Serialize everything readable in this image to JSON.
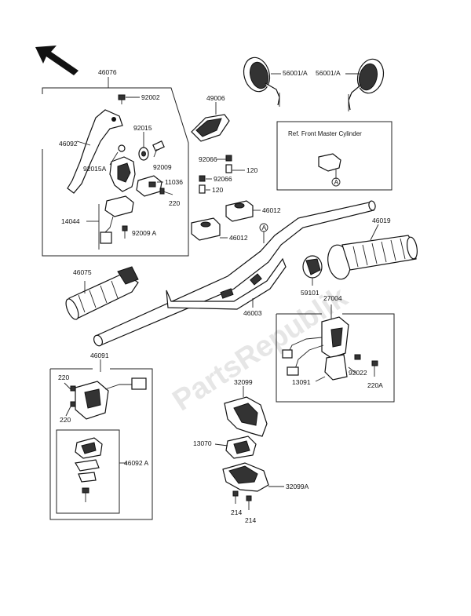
{
  "watermark": "PartsRepublik",
  "labels": {
    "l46076": "46076",
    "l92002": "92002",
    "l46092": "46092",
    "l92015": "92015",
    "l92009": "92009",
    "l92015A": "92015A",
    "l11036": "11036",
    "l220a": "220",
    "l14044": "14044",
    "l92009A": "92009 A",
    "l49006": "49006",
    "l56001A_1": "56001/A",
    "l56001A_2": "56001/A",
    "l92066a": "92066",
    "l120a": "120",
    "l92066b": "92066",
    "l120b": "120",
    "l46012a": "46012",
    "l46012b": "46012",
    "circleA1": "A",
    "circleA2": "A",
    "l46019": "46019",
    "l46075": "46075",
    "l59101": "59101",
    "l27004": "27004",
    "l46003": "46003",
    "l92022": "92022",
    "l13091": "13091",
    "l220A": "220A",
    "l46091": "46091",
    "l220b": "220",
    "l220c": "220",
    "l46092A": "46092 A",
    "l32099": "32099",
    "l13070": "13070",
    "l32099A": "32099A",
    "l214a": "214",
    "l214b": "214"
  },
  "ref_box": {
    "title": "Ref. Front Master Cylinder"
  }
}
